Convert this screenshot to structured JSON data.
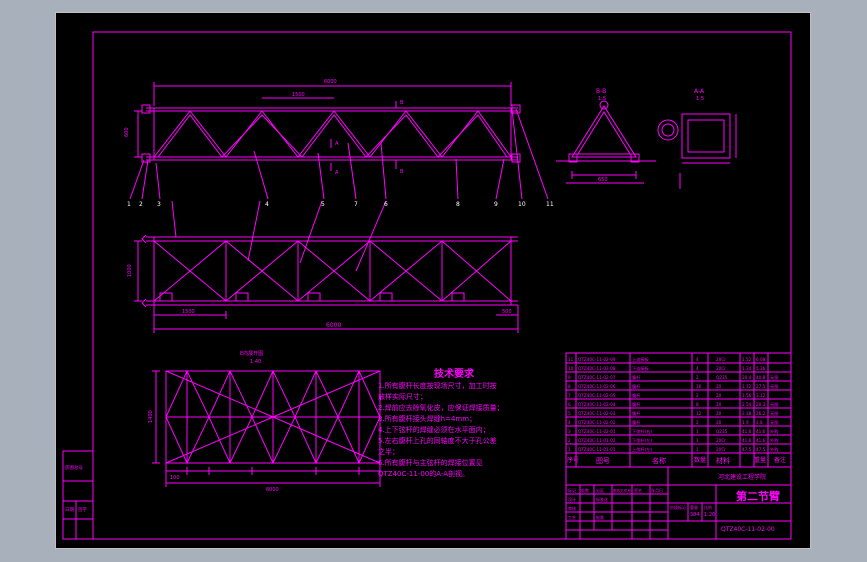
{
  "drawing": {
    "title_chinese": "第二节臂",
    "drawing_number": "QTZ40C-11-02-00",
    "company": "河北建设工程学院",
    "scale": "1:20",
    "weight": "384"
  },
  "colors": {
    "background": "#a7b0bb",
    "sheet": "#000000",
    "line": "#ff00ff",
    "white": "#ffffff"
  },
  "dimensions": {
    "top_overall": "6000",
    "top_panel": "1500",
    "top_left_height": "600",
    "front_overall": "6000",
    "front_panel": "1500",
    "front_right": "500",
    "front_height": "1000",
    "plan_height": "1400",
    "plan_left": "100",
    "plan_bottom": "6000"
  },
  "section_labels": {
    "bb": "B-B",
    "bb_scale": "1:5",
    "aa": "A-A",
    "aa_scale": "1:5",
    "bb_width": "650",
    "plan_title": "E向展开图",
    "plan_scale": "1:40",
    "arrow_b_top": "B",
    "arrow_b_bottom": "B",
    "arrow_a_top": "A",
    "arrow_a_bottom": "A"
  },
  "balloons": [
    "1",
    "2",
    "3",
    "4",
    "5",
    "6",
    "7",
    "8",
    "9",
    "10",
    "11"
  ],
  "tech": {
    "title": "技术要求",
    "lines": [
      "1.所有腹杆长度按现场尺寸，加工时按",
      "放样实际尺寸；",
      "2.焊前应去除氧化皮，应保证焊接质量；",
      "3.所有腹杆接头焊缝h=4mm；",
      "4.上下弦杆的焊缝必须在水平面内；",
      "5.左右腹杆上孔的同轴度不大于孔公差",
      "之半；",
      "6.所有腹杆与主弦杆的焊接位置见",
      "QTZ40C-11-00的A-A剖视。"
    ]
  },
  "bom": {
    "rows": [
      {
        "no": "11",
        "code": "QTZ40C-11-02-09",
        "name": "上连接板",
        "qty": "4",
        "mat": "20Cr",
        "w1": "1.52",
        "w2": "6.08",
        "note": ""
      },
      {
        "no": "10",
        "code": "QTZ40C-11-02-08",
        "name": "下连接板",
        "qty": "4",
        "mat": "20Cr",
        "w1": "1.34",
        "w2": "5.36",
        "note": ""
      },
      {
        "no": "9",
        "code": "QTZ40C-11-02-07",
        "name": "腹杆",
        "qty": "2",
        "mat": "Q235",
        "w1": "20.4",
        "w2": "40.8",
        "note": "无图"
      },
      {
        "no": "8",
        "code": "QTZ40C-11-02-06",
        "name": "腹杆",
        "qty": "16",
        "mat": "20",
        "w1": "1.72",
        "w2": "27.5",
        "note": "无图"
      },
      {
        "no": "7",
        "code": "QTZ40C-11-02-05",
        "name": "腹杆",
        "qty": "2",
        "mat": "20",
        "w1": "1.56",
        "w2": "3.12",
        "note": ""
      },
      {
        "no": "6",
        "code": "QTZ40C-11-02-04",
        "name": "腹杆",
        "qty": "8",
        "mat": "20",
        "w1": "2.54",
        "w2": "20.3",
        "note": "无图"
      },
      {
        "no": "5",
        "code": "QTZ40C-11-02-03",
        "name": "腹杆",
        "qty": "12",
        "mat": "20",
        "w1": "2.18",
        "w2": "26.2",
        "note": "无图"
      },
      {
        "no": "4",
        "code": "QTZ40C-11-02-02",
        "name": "腹杆",
        "qty": "2",
        "mat": "20",
        "w1": "1.9",
        "w2": "3.8",
        "note": "无图"
      },
      {
        "no": "3",
        "code": "QTZ40C-11-02-01",
        "name": "下弦杆(右)",
        "qty": "1",
        "mat": "Q235",
        "w1": "41.6",
        "w2": "41.6",
        "note": "外购"
      },
      {
        "no": "2",
        "code": "QTZ40C-11-01-02",
        "name": "下弦杆(左)",
        "qty": "1",
        "mat": "20Cr",
        "w1": "41.6",
        "w2": "41.6",
        "note": "外购"
      },
      {
        "no": "1",
        "code": "QTZ40C-11-01-01",
        "name": "上弦杆(左)",
        "qty": "1",
        "mat": "20Cr",
        "w1": "47.5",
        "w2": "47.5",
        "note": "外购"
      }
    ],
    "header": {
      "no": "序号",
      "code": "图号",
      "name": "名称",
      "qty": "数量",
      "mat": "材料",
      "weight": "重量",
      "note": "备注"
    }
  },
  "title_block": {
    "labels": [
      "标记",
      "处数",
      "分区",
      "更改文件号",
      "签名",
      "年月日",
      "设计",
      "标准化",
      "审核",
      "工艺",
      "批准",
      "阶段标记",
      "重量",
      "比例"
    ],
    "left_labels": [
      "底图总号",
      "日期",
      "签字"
    ]
  }
}
